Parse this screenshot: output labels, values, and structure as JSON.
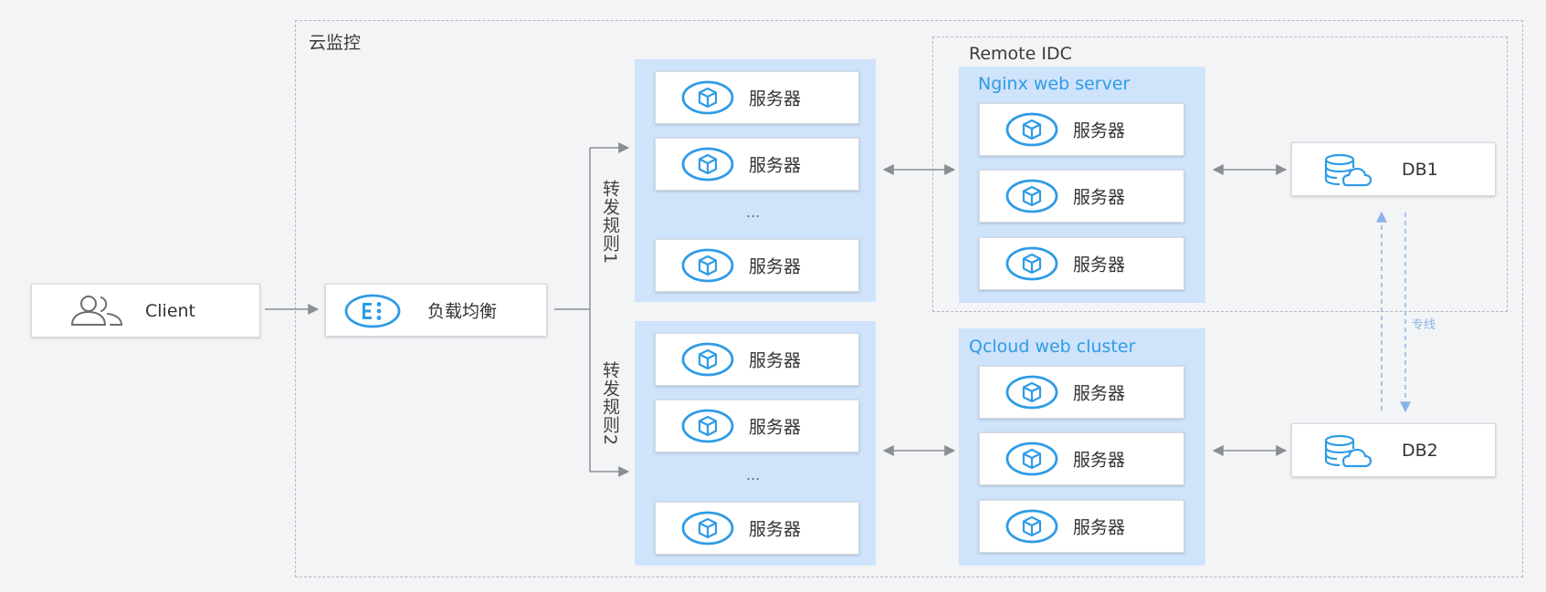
{
  "frames": {
    "cloud_monitor_label": "云监控",
    "remote_idc_label": "Remote IDC"
  },
  "client": {
    "label": "Client",
    "icon": "users-icon"
  },
  "load_balancer": {
    "label": "负载均衡",
    "icon": "load-balancer-icon"
  },
  "forward_rules": {
    "rule1": "转发规则1",
    "rule2": "转发规则2"
  },
  "server_groups": {
    "group1": {
      "servers": [
        "服务器",
        "服务器",
        "服务器"
      ],
      "ellipsis": "..."
    },
    "group2": {
      "servers": [
        "服务器",
        "服务器",
        "服务器"
      ],
      "ellipsis": "..."
    }
  },
  "nginx_panel": {
    "title": "Nginx web server",
    "servers": [
      "服务器",
      "服务器",
      "服务器"
    ]
  },
  "qcloud_panel": {
    "title": "Qcloud web cluster",
    "servers": [
      "服务器",
      "服务器",
      "服务器"
    ]
  },
  "databases": {
    "db1": "DB1",
    "db2": "DB2",
    "icon": "database-cloud-icon"
  },
  "dedicated_line_label": "专线",
  "colors": {
    "accent": "#2f9be6",
    "panel": "#cfe3fb",
    "frame": "#b4b8bf",
    "dashed_link": "#8ab4e8"
  }
}
